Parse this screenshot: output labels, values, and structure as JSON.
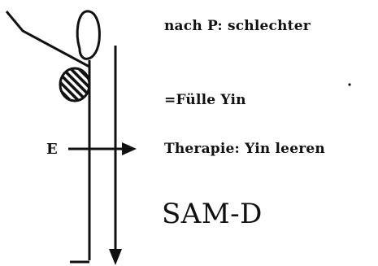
{
  "notes": {
    "line1": "nach P: schlechter",
    "line2": "=Fülle Yin",
    "line3": "Therapie: Yin leeren"
  },
  "title": "SAM-D",
  "diagram": {
    "point_label": "E"
  }
}
